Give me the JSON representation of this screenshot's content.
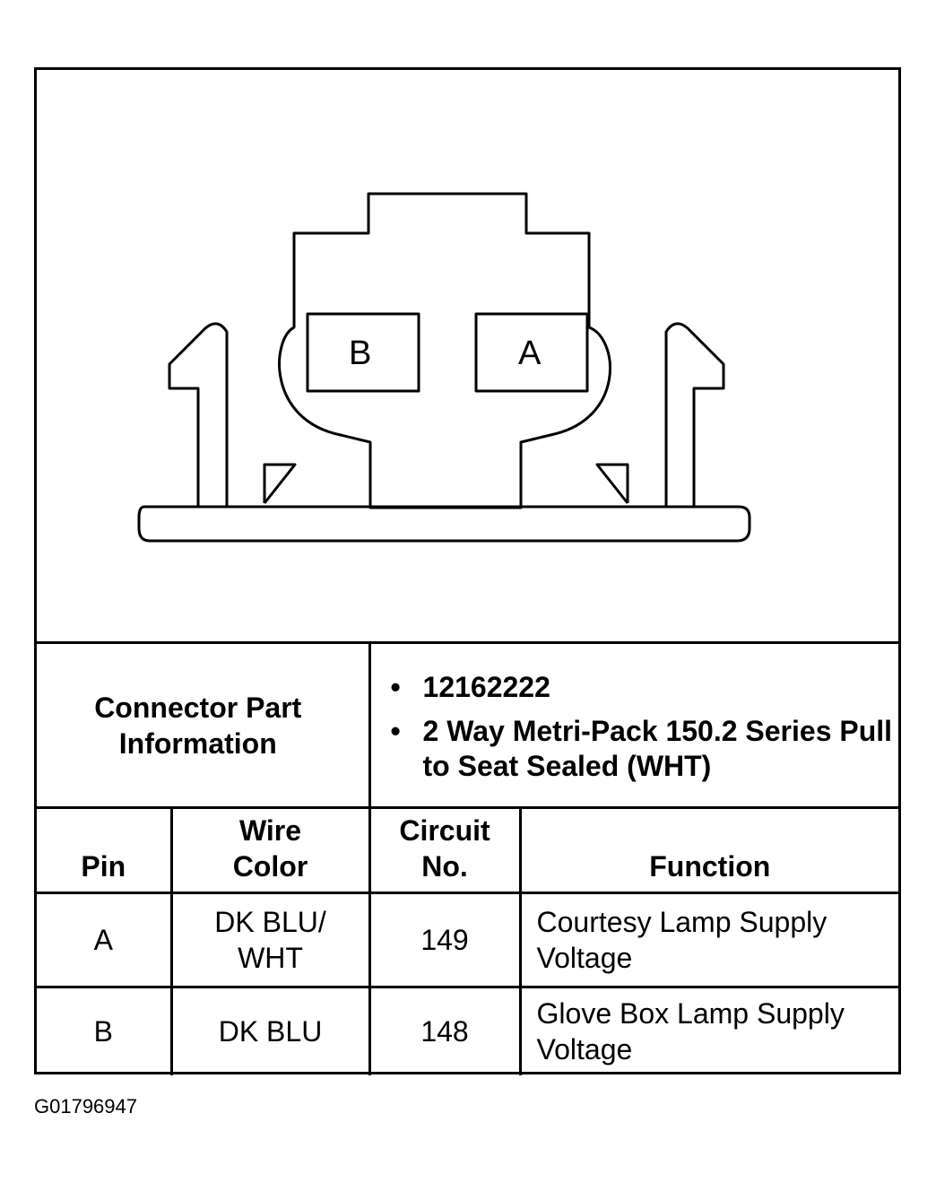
{
  "connector": {
    "pins": [
      {
        "label": "B"
      },
      {
        "label": "A"
      }
    ],
    "line_color": "#000000"
  },
  "part_info": {
    "label": "Connector Part Information",
    "items": [
      {
        "bullet": "•",
        "text": "12162222"
      },
      {
        "bullet": "•",
        "text": "2 Way Metri-Pack 150.2 Series Pull to Seat Sealed (WHT)"
      }
    ]
  },
  "table": {
    "headers": {
      "pin": "Pin",
      "wire_color": "Wire Color",
      "circuit_no": "Circuit No.",
      "function": "Function"
    },
    "rows": [
      {
        "pin": "A",
        "wire_color": "DK BLU/ WHT",
        "circuit_no": "149",
        "function": "Courtesy Lamp Supply Voltage"
      },
      {
        "pin": "B",
        "wire_color": "DK BLU",
        "circuit_no": "148",
        "function": "Glove Box Lamp Supply Voltage"
      }
    ]
  },
  "figure_code": "G01796947"
}
